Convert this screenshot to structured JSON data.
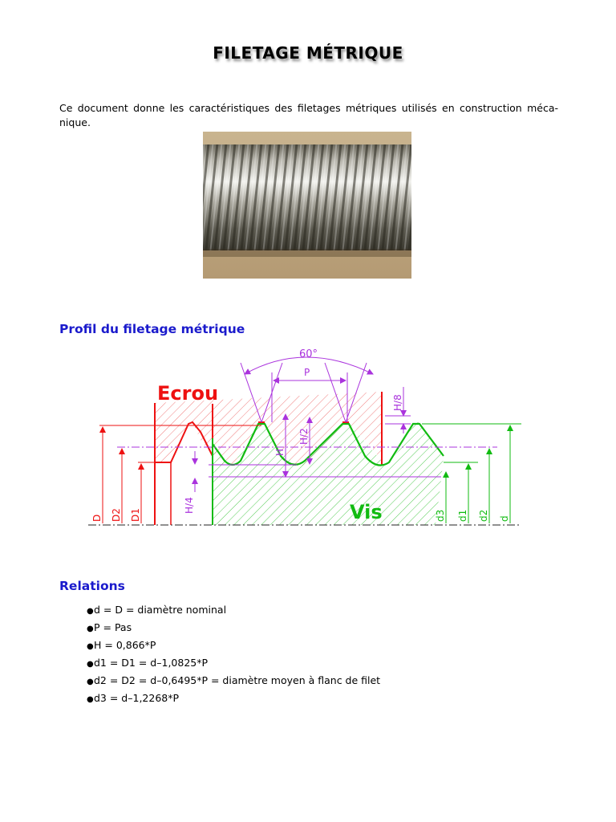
{
  "title": "FILETAGE MÉTRIQUE",
  "intro": "Ce document donne les caractéristiques des filetages métriques utilisés en construction méca-nique.",
  "section_profile": "Profil du filetage métrique",
  "section_relations": "Relations",
  "diagram": {
    "angle": "60°",
    "pitch": "P",
    "nut": "Ecrou",
    "screw": "Vis",
    "h8": "H/8",
    "h2": "H/2",
    "h": "H",
    "h4": "H/4",
    "nut_D": "D",
    "nut_D2": "D2",
    "nut_D1": "D1",
    "screw_d3": "d3",
    "screw_d1": "d1",
    "screw_d2": "d2",
    "screw_d": "d"
  },
  "relations": [
    "d = D = diamètre nominal",
    "P = Pas",
    "H = 0,866*P",
    "d1 = D1 = d–1,0825*P",
    "d2 = D2 = d–0,6495*P = diamètre moyen à flanc de filet",
    "d3 = d–1,2268*P"
  ],
  "colors": {
    "heading": "#1a1acc",
    "nut": "#ee1111",
    "screw": "#11bb11",
    "dimension": "#aa33dd"
  }
}
